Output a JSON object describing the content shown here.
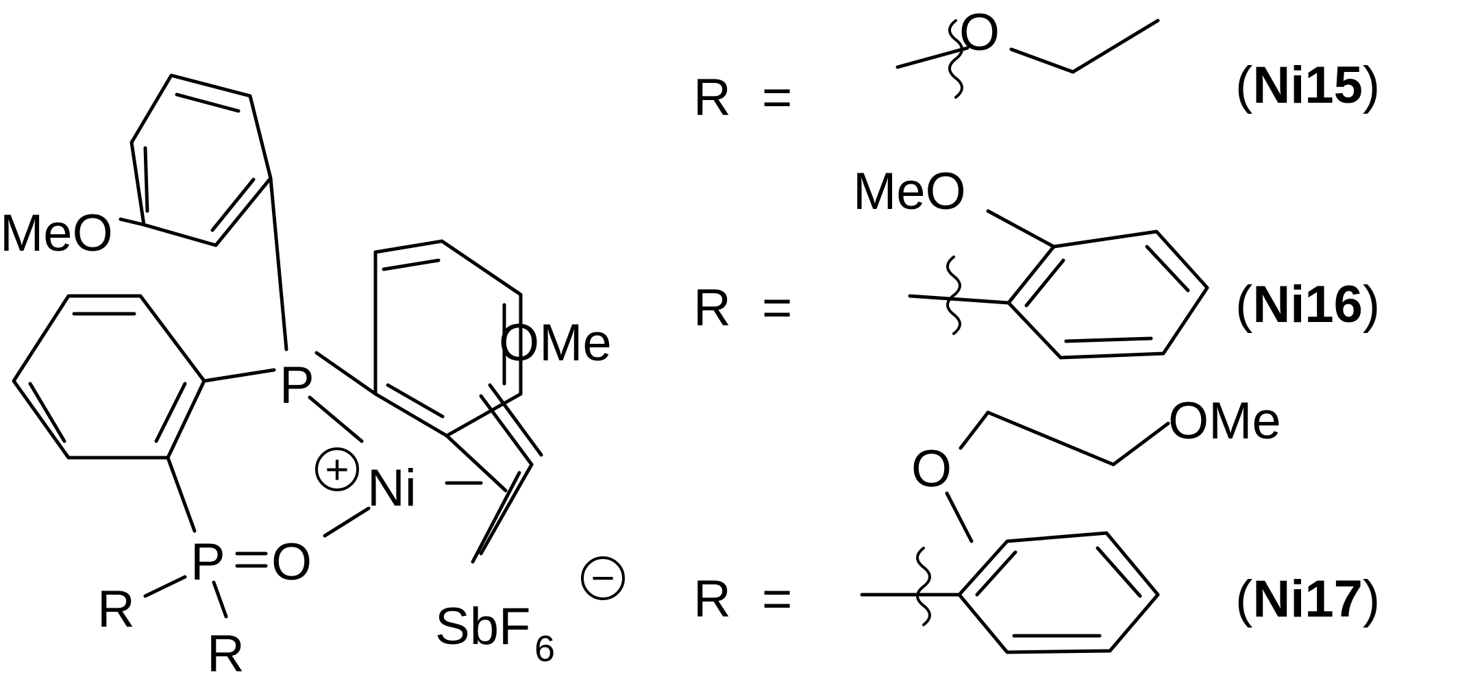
{
  "atoms": {
    "meo_left": "MeO",
    "ome_right": "OMe",
    "p_top": "P",
    "ni": "Ni",
    "p_bottom": "P",
    "o_bottom": "O",
    "r1": "R",
    "r2": "R",
    "sbf": "SbF",
    "sbf_sub": "6"
  },
  "charges": {
    "cation": "+",
    "anion": "−"
  },
  "variants": [
    {
      "r_label": "R",
      "equals": "=",
      "compound": "Ni15",
      "atoms": [
        "O"
      ]
    },
    {
      "r_label": "R",
      "equals": "=",
      "compound": "Ni16",
      "atoms": [
        "MeO"
      ]
    },
    {
      "r_label": "R",
      "equals": "=",
      "compound": "Ni17",
      "atoms": [
        "O",
        "OMe"
      ]
    }
  ],
  "brackets": {
    "open": "(",
    "close": ")"
  }
}
